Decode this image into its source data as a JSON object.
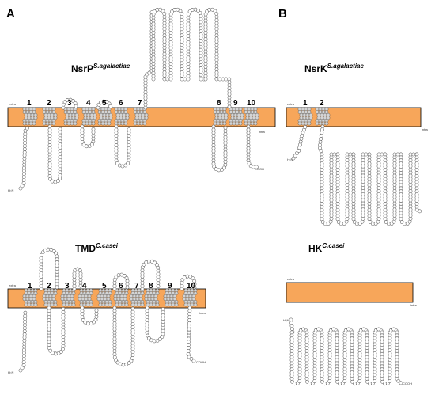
{
  "figure": {
    "panels": [
      {
        "id": "A",
        "letter": "A"
      },
      {
        "id": "B",
        "letter": "B"
      }
    ],
    "topologies": [
      {
        "id": "nsrp",
        "panel": "A",
        "title": "NsrP",
        "title_sup": "S.agalactiae",
        "extra_label": "extra",
        "intra_label": "intra",
        "n_term": "H₂N",
        "c_term": "COOH",
        "helices": [
          "1",
          "2",
          "3",
          "4",
          "5",
          "6",
          "7",
          "8",
          "9",
          "10"
        ]
      },
      {
        "id": "nsrk",
        "panel": "B",
        "title": "NsrK",
        "title_sup": "S.agalactiae",
        "extra_label": "extra",
        "intra_label": "intra",
        "n_term": "H₂N",
        "c_term": "",
        "helices": [
          "1",
          "2"
        ]
      },
      {
        "id": "tmd",
        "panel": "A",
        "title": "TMD",
        "title_sup": "C.casei",
        "extra_label": "extra",
        "intra_label": "intra",
        "n_term": "H₂N",
        "c_term": "COOH",
        "helices": [
          "1",
          "2",
          "3",
          "4",
          "5",
          "6",
          "7",
          "8",
          "9",
          "10"
        ]
      },
      {
        "id": "hk",
        "panel": "B",
        "title": "HK",
        "title_sup": "C.casei",
        "extra_label": "extra",
        "intra_label": "intra",
        "n_term": "H₂N",
        "c_term": "COOH",
        "helices": []
      }
    ],
    "colors": {
      "membrane": "#f7a65a",
      "residue_fill": "#ffffff",
      "helix_residue_fill": "#d4d4d4",
      "outline": "#555555"
    }
  }
}
